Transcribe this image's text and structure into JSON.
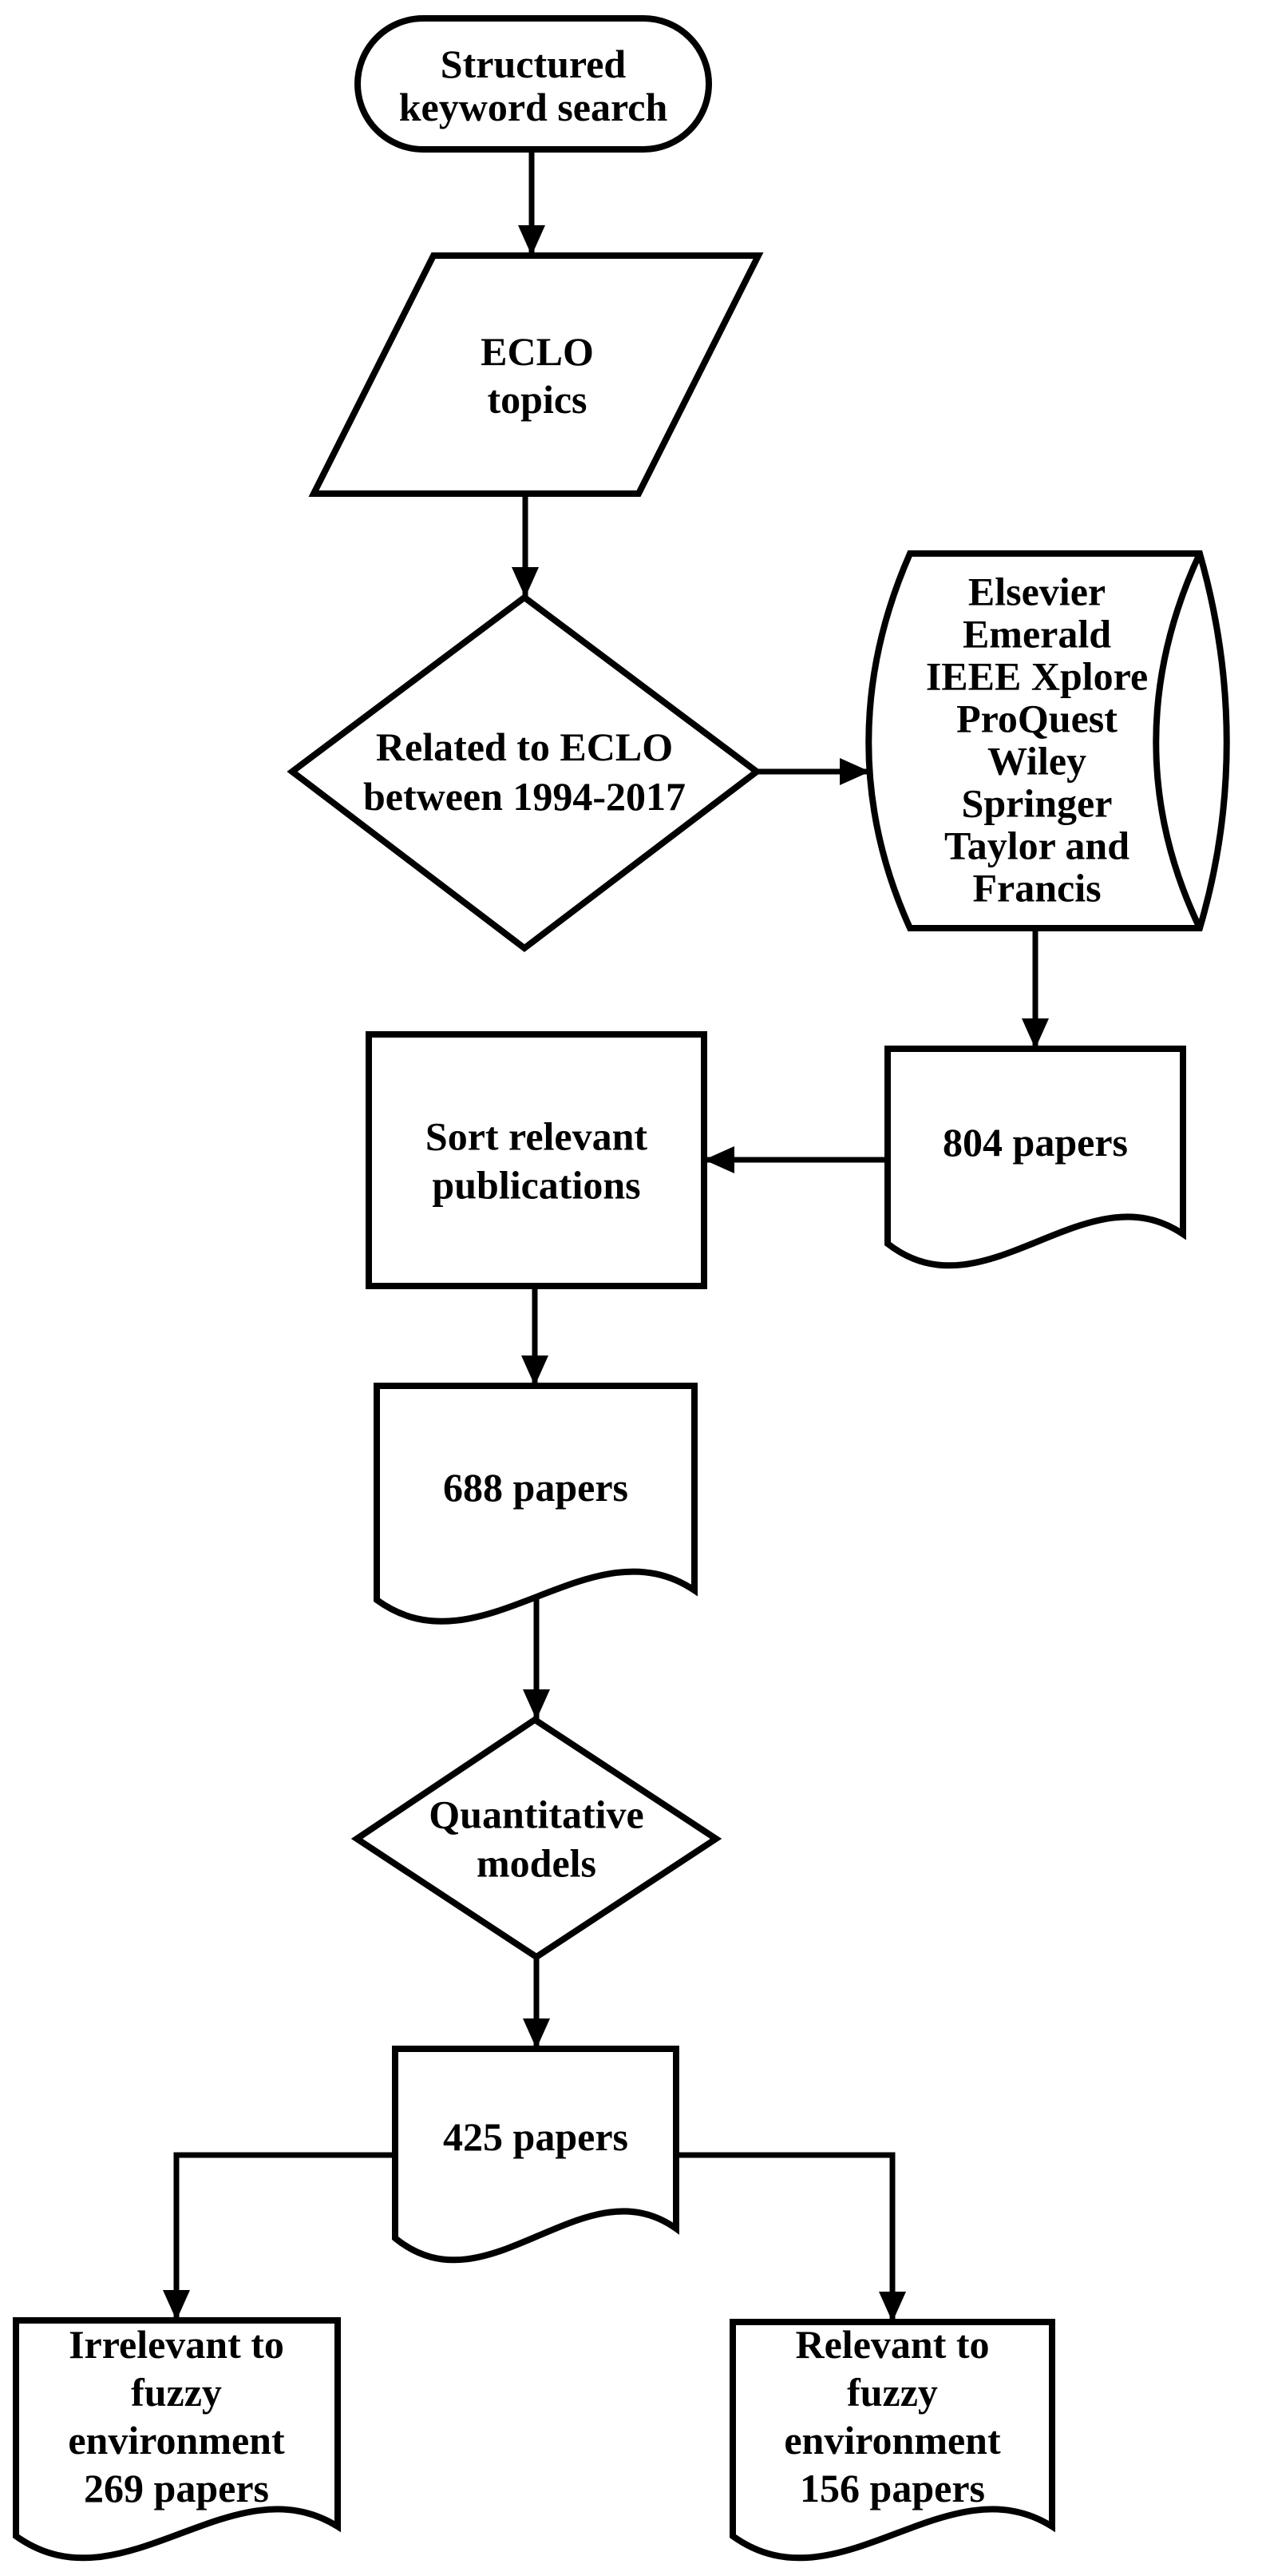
{
  "figure": {
    "type": "flowchart",
    "background_color": "#ffffff",
    "stroke_color": "#000000",
    "text_color": "#000000"
  },
  "nodes": {
    "start": {
      "shape": "terminator",
      "label": "Structured\nkeyword search"
    },
    "topics": {
      "shape": "parallelogram-data",
      "label": "ECLO\ntopics"
    },
    "related_decision": {
      "shape": "decision-diamond",
      "label": "Related to ECLO\nbetween 1994-2017"
    },
    "databases": {
      "shape": "stored-data-cylinder",
      "label": "Elsevier\nEmerald\nIEEE Xplore\nProQuest\nWiley\nSpringer\nTaylor and\nFrancis"
    },
    "papers_804": {
      "shape": "document",
      "label": "804 papers"
    },
    "sort_publications": {
      "shape": "process-rectangle",
      "label": "Sort relevant\npublications"
    },
    "papers_688": {
      "shape": "document",
      "label": "688 papers"
    },
    "quantitative_decision": {
      "shape": "decision-diamond",
      "label": "Quantitative\nmodels"
    },
    "papers_425": {
      "shape": "document",
      "label": "425 papers"
    },
    "irrelevant_fuzzy": {
      "shape": "document",
      "label": "Irrelevant to\nfuzzy\nenvironment\n269 papers"
    },
    "relevant_fuzzy": {
      "shape": "document",
      "label": "Relevant to\nfuzzy\nenvironment\n156 papers"
    }
  },
  "edges": [
    {
      "from": "start",
      "to": "topics"
    },
    {
      "from": "topics",
      "to": "related_decision"
    },
    {
      "from": "related_decision",
      "to": "databases"
    },
    {
      "from": "databases",
      "to": "papers_804"
    },
    {
      "from": "papers_804",
      "to": "sort_publications"
    },
    {
      "from": "sort_publications",
      "to": "papers_688"
    },
    {
      "from": "papers_688",
      "to": "quantitative_decision"
    },
    {
      "from": "quantitative_decision",
      "to": "papers_425"
    },
    {
      "from": "papers_425",
      "to": "irrelevant_fuzzy"
    },
    {
      "from": "papers_425",
      "to": "relevant_fuzzy"
    }
  ]
}
